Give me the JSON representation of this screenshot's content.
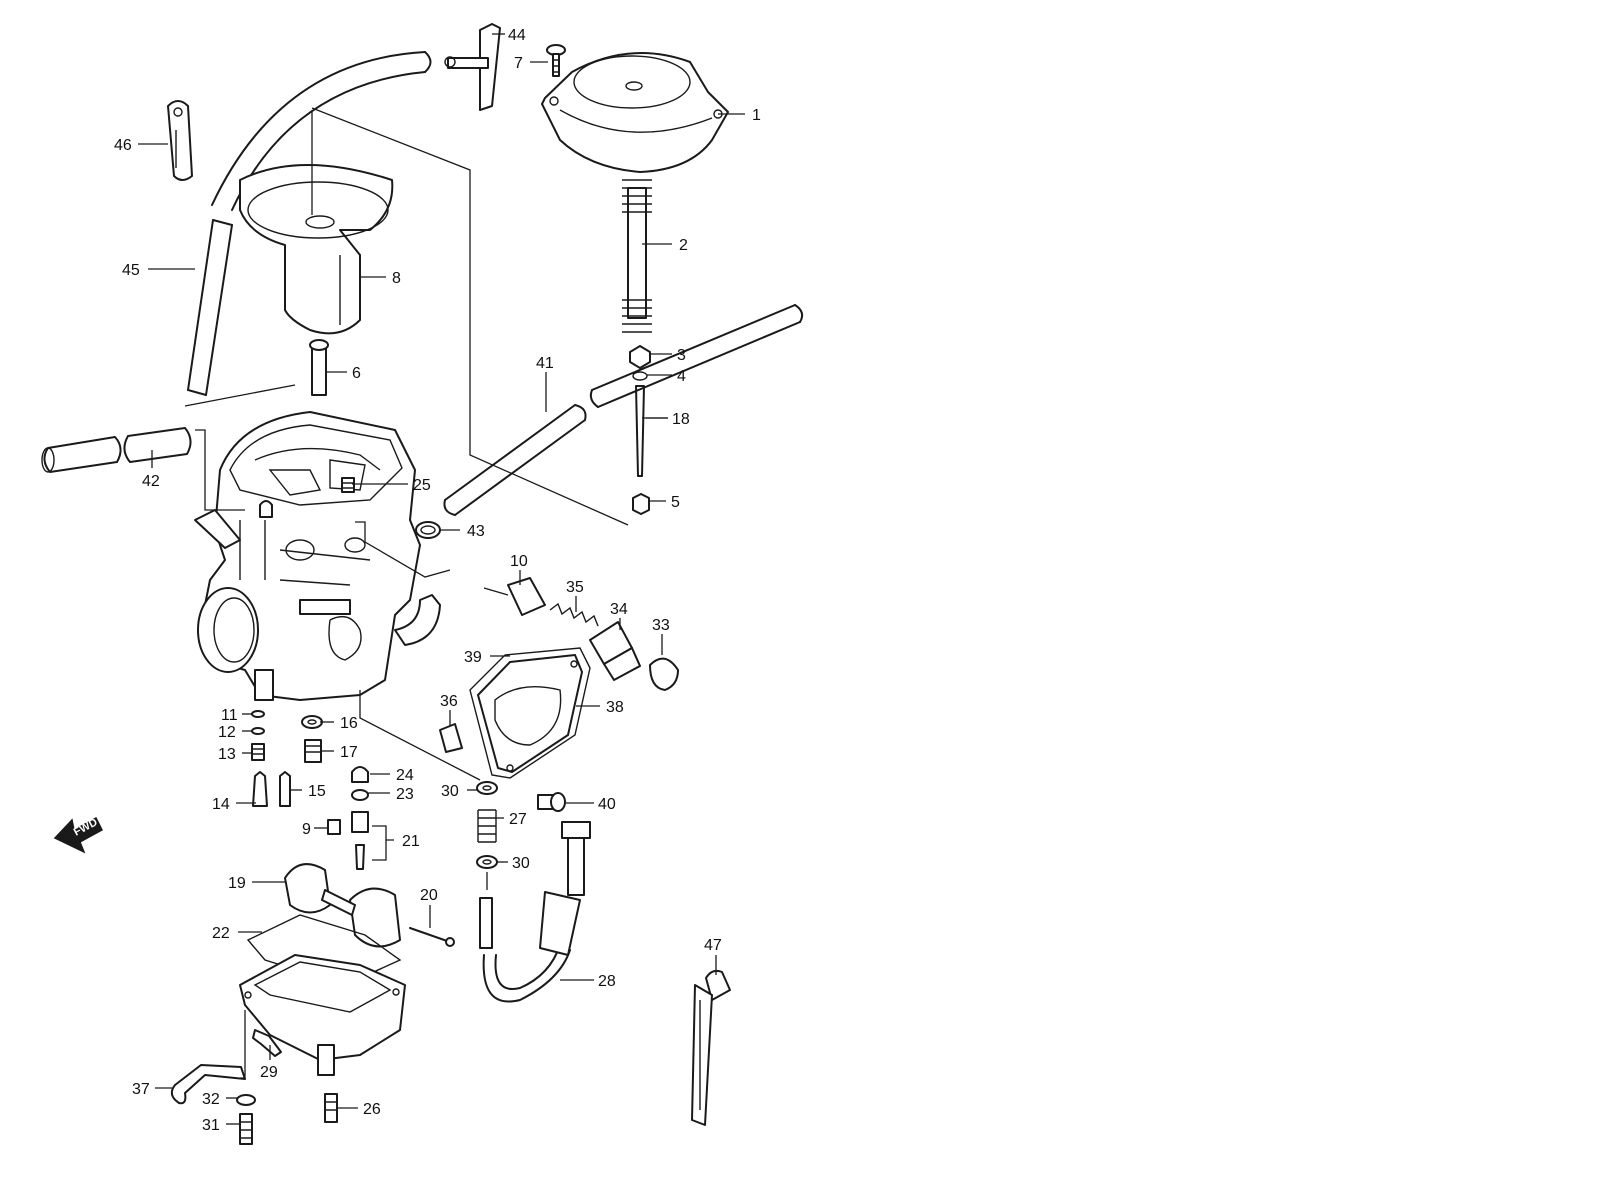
{
  "fwd_label": "FWD",
  "callouts": {
    "c1": "1",
    "c2": "2",
    "c3": "3",
    "c4": "4",
    "c5": "5",
    "c6": "6",
    "c7": "7",
    "c8": "8",
    "c9": "9",
    "c10": "10",
    "c11": "11",
    "c12": "12",
    "c13": "13",
    "c14": "14",
    "c15": "15",
    "c16": "16",
    "c17": "17",
    "c18": "18",
    "c19": "19",
    "c20": "20",
    "c21": "21",
    "c22": "22",
    "c23": "23",
    "c24": "24",
    "c25": "25",
    "c26": "26",
    "c27": "27",
    "c28": "28",
    "c29": "29",
    "c30a": "30",
    "c30b": "30",
    "c31": "31",
    "c32": "32",
    "c33": "33",
    "c34": "34",
    "c35": "35",
    "c36": "36",
    "c37": "37",
    "c38": "38",
    "c39": "39",
    "c40": "40",
    "c41": "41",
    "c42": "42",
    "c43": "43",
    "c44": "44",
    "c45": "45",
    "c46": "46",
    "c47": "47"
  }
}
